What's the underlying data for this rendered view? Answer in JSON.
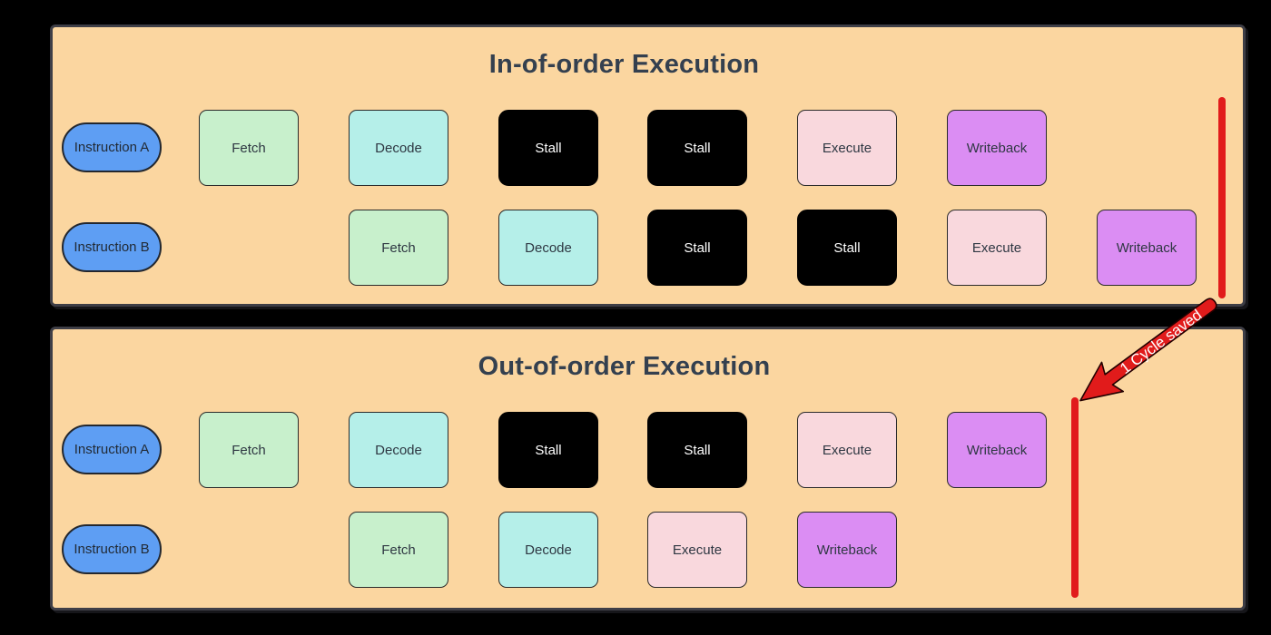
{
  "background_color": "#000000",
  "panel_fill": "#FBD6A0",
  "panel_border": "#3E3E46",
  "title_color": "#34404F",
  "accent_red": "#E11B1B",
  "stage_colors": {
    "fetch": "#C8F0CC",
    "decode": "#B5EFE9",
    "stall": "#000000",
    "execute": "#F9D8DD",
    "writeback": "#DB8DF3",
    "instruction_pill": "#5E9EF3"
  },
  "panels": [
    {
      "title": "In-of-order Execution",
      "rows": [
        {
          "label": "Instruction A",
          "stages": [
            "Fetch",
            "Decode",
            "Stall",
            "Stall",
            "Execute",
            "Writeback"
          ]
        },
        {
          "label": "Instruction B",
          "stages": [
            "Fetch",
            "Decode",
            "Stall",
            "Stall",
            "Execute",
            "Writeback"
          ]
        }
      ]
    },
    {
      "title": "Out-of-order Execution",
      "rows": [
        {
          "label": "Instruction A",
          "stages": [
            "Fetch",
            "Decode",
            "Stall",
            "Stall",
            "Execute",
            "Writeback"
          ]
        },
        {
          "label": "Instruction B",
          "stages": [
            "Fetch",
            "Decode",
            "Execute",
            "Writeback"
          ]
        }
      ]
    }
  ],
  "annotation": {
    "label": "1 Cycle saved"
  }
}
